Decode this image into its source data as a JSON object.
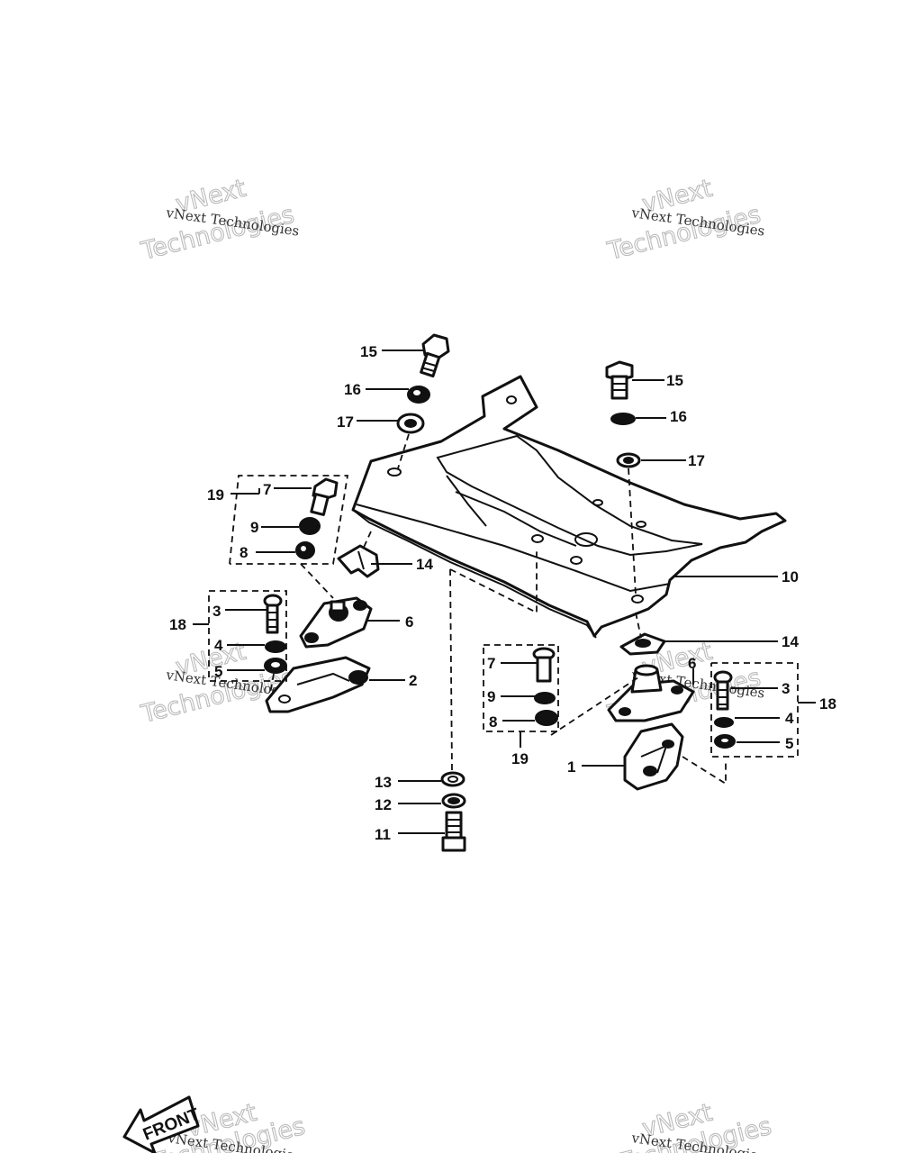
{
  "watermark": {
    "line1": "vNext Technologies",
    "line2a": "vNext",
    "line2b": "Technologies"
  },
  "front_label": "FRONT",
  "callouts": {
    "c15_left": "15",
    "c16_left": "16",
    "c17_left": "17",
    "c15_right": "15",
    "c16_right": "16",
    "c17_right": "17",
    "c19_left": "19",
    "c7_left": "7",
    "c9_left": "9",
    "c8_left": "8",
    "c14_left": "14",
    "c10": "10",
    "c18_left": "18",
    "c3_left": "3",
    "c4_left": "4",
    "c5_left": "5",
    "c6_left": "6",
    "c2": "2",
    "c14_right": "14",
    "c6_right": "6",
    "c7_right": "7",
    "c9_right": "9",
    "c8_right": "8",
    "c19_right": "19",
    "c3_right": "3",
    "c4_right": "4",
    "c5_right": "5",
    "c18_right": "18",
    "c1": "1",
    "c13": "13",
    "c12": "12",
    "c11": "11"
  },
  "colors": {
    "ink": "#111111",
    "paper": "#ffffff",
    "watermark": "#bbbbbb"
  }
}
